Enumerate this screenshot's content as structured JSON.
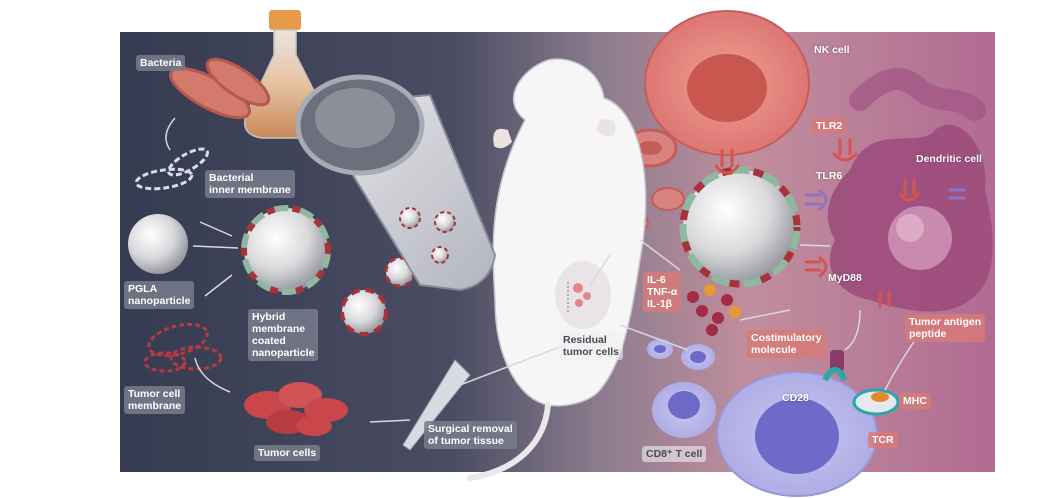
{
  "labels": {
    "bacteria": "Bacteria",
    "bacterial_inner_membrane": "Bacterial\ninner membrane",
    "pgla_nanoparticle": "PGLA\nnanoparticle",
    "hybrid_np": "Hybrid\nmembrane\ncoated\nnanoparticle",
    "tumor_cell_membrane": "Tumor cell\nmembrane",
    "tumor_cells": "Tumor cells",
    "surgical_removal": "Surgical removal\nof tumor tissue",
    "residual_tumor_cells": "Residual\ntumor cells",
    "cytokines": "IL-6\nTNF-α\nIL-1β",
    "nk_cell": "NK cell",
    "tlr2": "TLR2",
    "tlr6": "TLR6",
    "dendritic_cell": "Dendritic cell",
    "myd88": "MyD88",
    "costimulatory": "Costimulatory\nmolecule",
    "tumor_antigen_peptide": "Tumor antigen\npeptide",
    "cd28": "CD28",
    "mhc": "MHC",
    "tcr": "TCR",
    "cd8_t_cell": "CD8⁺ T cell"
  },
  "colors": {
    "left_bg": "#3b4256",
    "right_bg": "#b87a98",
    "membrane_red": "#a8323a",
    "membrane_green": "#8fb8a0",
    "tumor_red": "#c9474a",
    "t_cell": "#b6b5e8",
    "t_cell_nucleus": "#6e6bc8",
    "nk_cell": "#e0877e",
    "dendritic": "#9c4d7c",
    "receptor": "#d5554e"
  }
}
